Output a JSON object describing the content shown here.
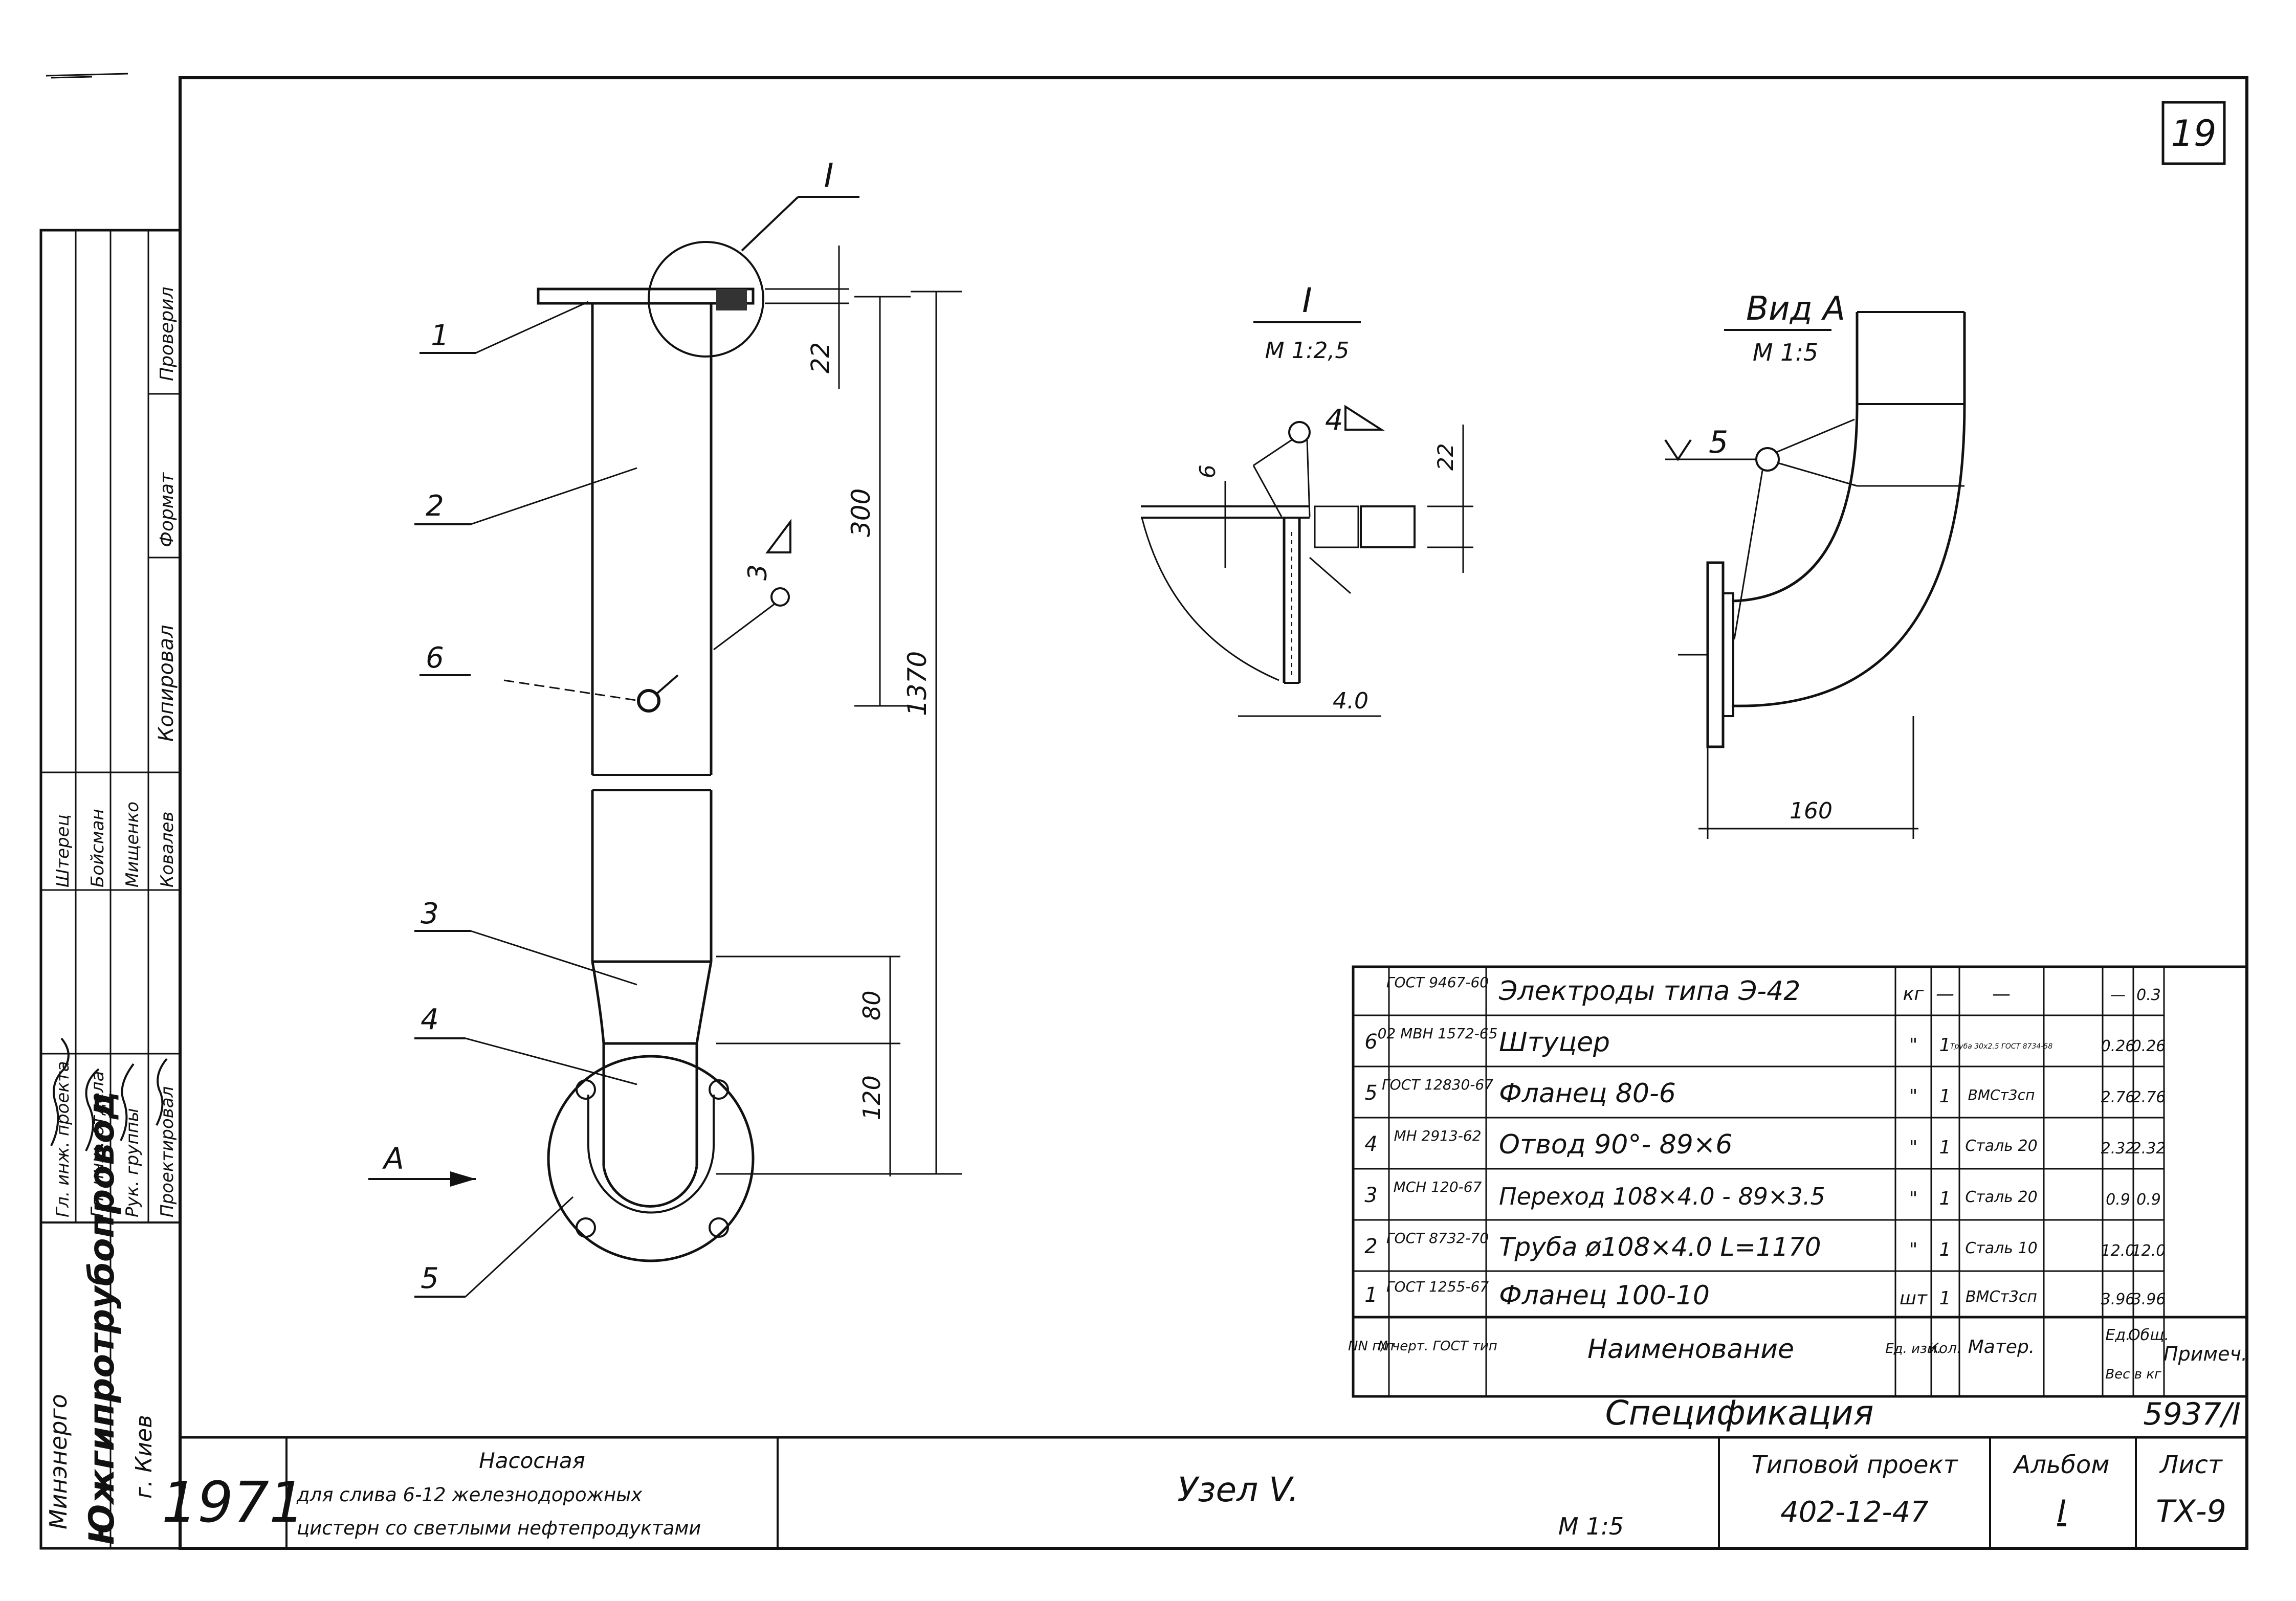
{
  "sheet": {
    "number": "19",
    "code": "5937/I"
  },
  "drawing": {
    "leaders": [
      "1",
      "2",
      "6",
      "3",
      "4",
      "5"
    ],
    "dims": {
      "d22": "22",
      "d300": "300",
      "d1370": "1370",
      "d80": "80",
      "d120": "120"
    },
    "weld_mark": "3",
    "view_arrow": "A",
    "callout_i": "I"
  },
  "detail_i": {
    "title": "I",
    "scale": "М 1:2,5",
    "dims": {
      "d6": "6",
      "d22": "22",
      "d40": "4.0"
    },
    "weld": "4"
  },
  "view_a": {
    "title": "Вид А",
    "scale": "М 1:5",
    "weld": "5",
    "dim": "160"
  },
  "spec": {
    "title": "Спецификация",
    "headers": {
      "num": "NN п/п",
      "ref": "N черт. ГОСТ тип",
      "name": "Наименование",
      "unit": "Ед. изм.",
      "qty": "Кол.",
      "mat": "Матер.",
      "w1": "Ед.",
      "w2": "Общ.",
      "wgt": "Вес в кг",
      "note": "Примеч."
    },
    "rows": [
      {
        "num": "",
        "ref": "ГОСТ 9467-60",
        "name": "Электроды типа Э-42",
        "unit": "кг",
        "qty": "—",
        "mat": "—",
        "w1": "—",
        "w2": "0.3"
      },
      {
        "num": "6",
        "ref": "02 МВН 1572-65",
        "name": "Штуцер",
        "unit": "\"",
        "qty": "1",
        "mat": "Труба 30x2.5 ГОСТ 8734-58",
        "w1": "0.26",
        "w2": "0.26"
      },
      {
        "num": "5",
        "ref": "ГОСТ 12830-67",
        "name": "Фланец 80-6",
        "unit": "\"",
        "qty": "1",
        "mat": "ВМСт3сп",
        "w1": "2.76",
        "w2": "2.76"
      },
      {
        "num": "4",
        "ref": "МН 2913-62",
        "name": "Отвод 90°- 89×6",
        "unit": "\"",
        "qty": "1",
        "mat": "Сталь 20",
        "w1": "2.32",
        "w2": "2.32"
      },
      {
        "num": "3",
        "ref": "МСН 120-67",
        "name": "Переход 108×4.0 - 89×3.5",
        "unit": "\"",
        "qty": "1",
        "mat": "Сталь 20",
        "w1": "0.9",
        "w2": "0.9"
      },
      {
        "num": "2",
        "ref": "ГОСТ 8732-70",
        "name": "Труба ø108×4.0 L=1170",
        "unit": "\"",
        "qty": "1",
        "mat": "Сталь 10",
        "w1": "12.0",
        "w2": "12.0"
      },
      {
        "num": "1",
        "ref": "ГОСТ 1255-67",
        "name": "Фланец 100-10",
        "unit": "шт",
        "qty": "1",
        "mat": "ВМСт3сп",
        "w1": "3.96",
        "w2": "3.96"
      }
    ]
  },
  "title_block": {
    "year": "1971",
    "desc_title": "Насосная",
    "desc_line1": "для слива 6-12 железнодорожных",
    "desc_line2": "цистерн со светлыми нефтепродуктами",
    "node": "Узел V.",
    "scale": "М 1:5",
    "project_label": "Типовой проект",
    "project_value": "402-12-47",
    "album_label": "Альбом",
    "album_value": "I",
    "sheet_label": "Лист",
    "sheet_value": "ТХ-9"
  },
  "side_block": {
    "org1": "Минэнерго",
    "org2": "Южгипротрубопровод",
    "city": "г. Киев",
    "role1": "Гл. инж. проекта",
    "role2": "Гл. инж. отдела",
    "role3": "Рук. группы",
    "role4": "Проектировал",
    "name1": "Штерец",
    "name2": "Бойсман",
    "name3": "Мищенко",
    "name4": "Ковалев",
    "label_copy": "Копировал",
    "label_format": "Формат",
    "label_check": "Проверил"
  }
}
